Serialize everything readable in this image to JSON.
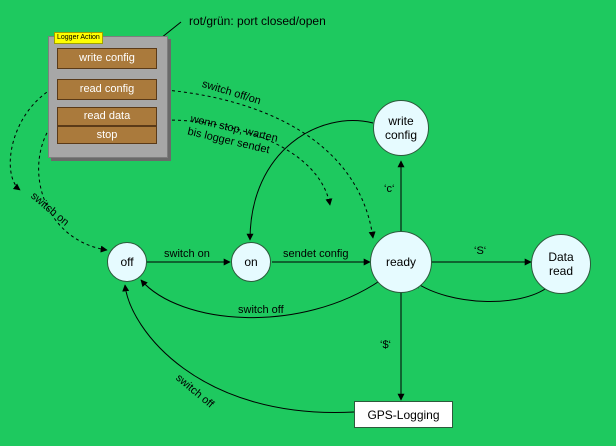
{
  "legend": "rot/grün: port closed/open",
  "logger_panel": {
    "title": "Logger Action",
    "buttons": {
      "write_config": "write config",
      "read_config": "read config",
      "read_data": "read data",
      "stop": "stop"
    }
  },
  "states": {
    "off": "off",
    "on": "on",
    "ready": "ready",
    "write_config": [
      "write",
      "config"
    ],
    "data_read": [
      "Data",
      "read"
    ],
    "gps_logging": "GPS-Logging"
  },
  "transitions": {
    "switch_on": "switch on",
    "switch_on_dashed": "switch on",
    "sendet_config": "sendet config",
    "switch_off_ready": "switch off",
    "switch_off_gps": "switch off",
    "switch_off_on": "switch off/on",
    "wenn_stop": [
      "wenn stop, warten",
      "bis logger sendet"
    ],
    "c": "‘c‘",
    "s": "‘S‘",
    "dollar": "‘$‘"
  },
  "colors": {
    "background": "#1ec95f",
    "node_fill": "#e6fbff",
    "button_fill": "#aa7a3c",
    "panel_fill": "#a7a7a7",
    "panel_title_fill": "#ffff00"
  }
}
